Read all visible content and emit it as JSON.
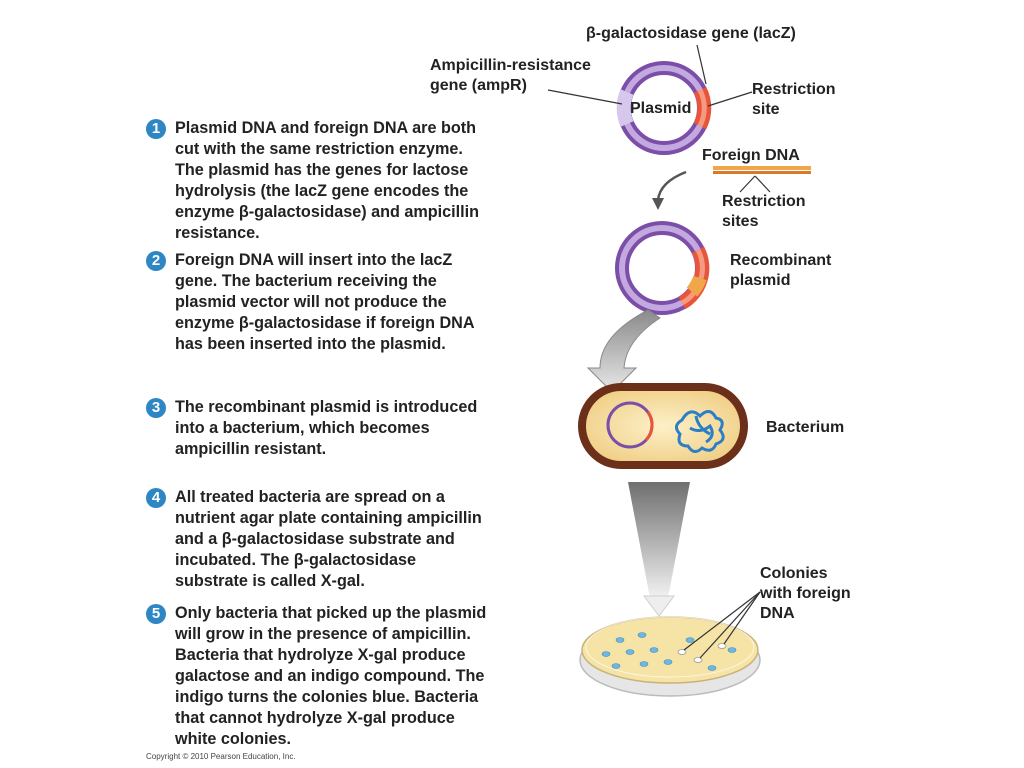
{
  "steps": [
    {
      "number": "1",
      "text": "Plasmid DNA and foreign DNA are both\ncut with the same restriction enzyme.\nThe plasmid has the genes for lactose\nhydrolysis (the lacZ gene encodes the\nenzyme β-galactosidase) and ampicillin\nresistance."
    },
    {
      "number": "2",
      "text": "Foreign DNA will insert into the lacZ\ngene. The bacterium receiving the\nplasmid vector will not produce the\nenzyme β-galactosidase if foreign DNA\nhas been inserted into the plasmid."
    },
    {
      "number": "3",
      "text": "The recombinant plasmid is introduced\ninto a bacterium, which becomes\nampicillin resistant."
    },
    {
      "number": "4",
      "text": "All treated bacteria are spread on a\nnutrient agar plate containing ampicillin\nand a β-galactosidase substrate and\nincubated. The β-galactosidase\nsubstrate is called X-gal."
    },
    {
      "number": "5",
      "text": "Only bacteria that picked up the plasmid\nwill grow in the presence of ampicillin.\nBacteria that hydrolyze X-gal produce\ngalactose and an indigo compound. The\nindigo turns the colonies blue. Bacteria\nthat cannot hydrolyze X-gal produce\nwhite colonies."
    }
  ],
  "labels": {
    "lacz_gene": "β-galactosidase gene (lacZ)",
    "amp_gene": "Ampicillin-resistance\ngene (ampR)",
    "plasmid": "Plasmid",
    "restriction_site": "Restriction\nsite",
    "foreign_dna": "Foreign DNA",
    "restriction_sites": "Restriction\nsites",
    "recombinant_plasmid": "Recombinant\nplasmid",
    "bacterium": "Bacterium",
    "colonies": "Colonies\nwith foreign\nDNA"
  },
  "copyright": "Copyright © 2010 Pearson Education, Inc.",
  "colors": {
    "step_number_bg": "#2f86c4",
    "plasmid_ring": "#8a5fb5",
    "restriction_segment": "#e8553a",
    "foreign_dna": "#f0a64a",
    "bacterium_wall": "#6b2f1a",
    "bacterium_fill": "#f6dca0",
    "dna_coil": "#2b7fc4",
    "dish_agar": "#f6e3a6",
    "blue_colony": "#6fb7e0"
  }
}
